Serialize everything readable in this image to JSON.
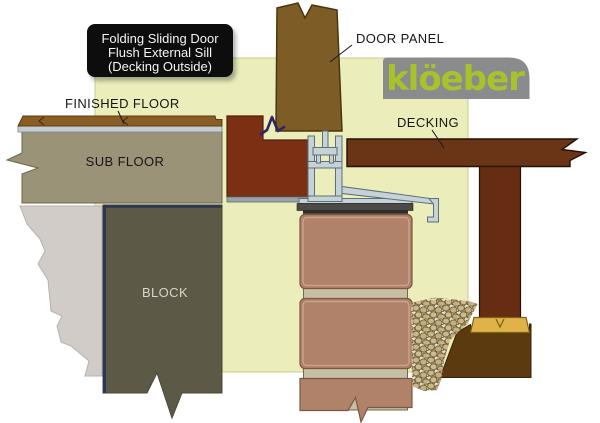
{
  "title_box": {
    "line1": "Folding Sliding Door",
    "line2": "Flush External Sill",
    "line3": "(Decking Outside)"
  },
  "labels": {
    "door_panel": "DOOR PANEL",
    "decking": "DECKING",
    "finished_floor": "FINISHED FLOOR",
    "sub_floor": "SUB FLOOR",
    "block": "BLOCK"
  },
  "logo": {
    "text": "klöeber",
    "text_color": "#a6c32b",
    "bg_color": "#8a8b8d"
  },
  "colors": {
    "background": "#ffffff",
    "backdrop_panel": "#ebeebb",
    "title_box_bg": "#0b0b0b",
    "title_box_text": "#f5f5f5",
    "door_panel": "#7e5c26",
    "threshold_frame": "#7b3014",
    "aluminium_sill": "#c5d2d8",
    "finished_floor": "#8a5d25",
    "sub_floor": "#9b9378",
    "block": "#5c5947",
    "plaster": "#d1ccc7",
    "brick": "#b0826a",
    "mortar": "#c6bfa3",
    "decking": "#6a3517",
    "joist": "#662d12",
    "pebbles": "#c9b78a",
    "soil": "#5b3a10",
    "footing_pad": "#e0b24a",
    "break_mark": "#2f2560"
  }
}
